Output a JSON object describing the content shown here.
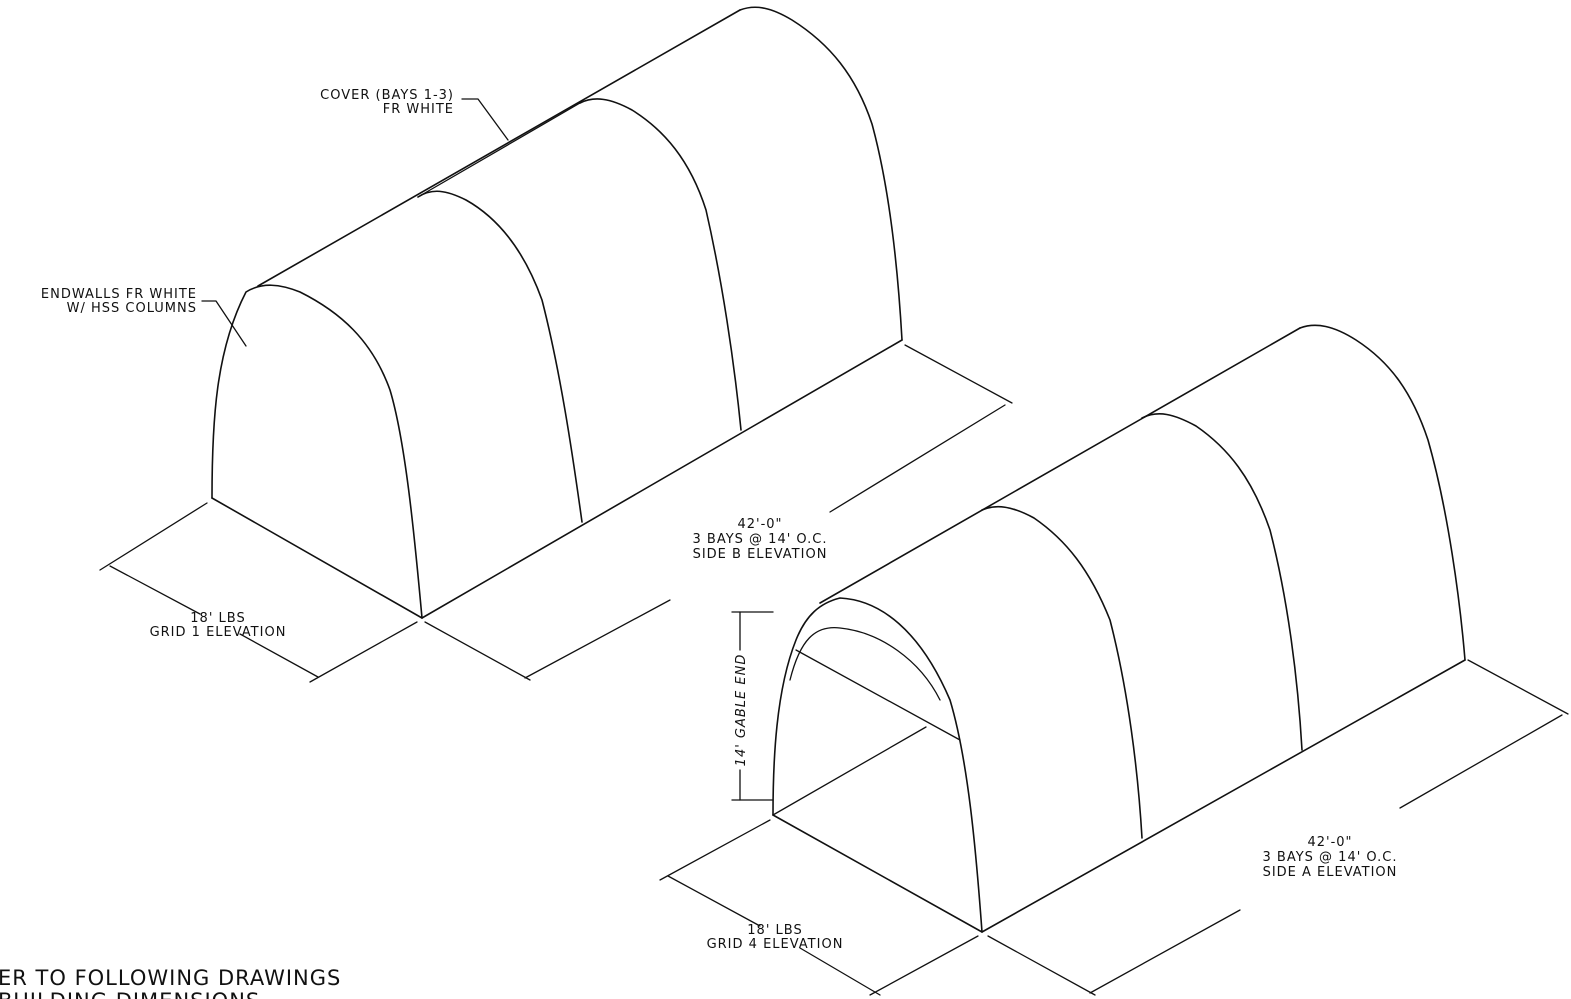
{
  "labels": {
    "cover_line1": "COVER (BAYS 1-3)",
    "cover_line2": "FR WHITE",
    "endwalls_line1": "ENDWALLS FR WHITE",
    "endwalls_line2": "W/ HSS COLUMNS",
    "grid1_line1": "18' LBS",
    "grid1_line2": "GRID 1 ELEVATION",
    "sideb_line1": "42'-0\"",
    "sideb_line2": "3 BAYS @ 14' O.C.",
    "sideb_line3": "SIDE B ELEVATION",
    "gable_end": "14' GABLE END",
    "grid4_line1": "18' LBS",
    "grid4_line2": "GRID 4 ELEVATION",
    "sidea_line1": "42'-0\"",
    "sidea_line2": "3 BAYS @ 14' O.C.",
    "sidea_line3": "SIDE A ELEVATION",
    "note_line1": "ER TO FOLLOWING DRAWINGS",
    "note_line2": "BUILDING DIMENSIONS"
  }
}
